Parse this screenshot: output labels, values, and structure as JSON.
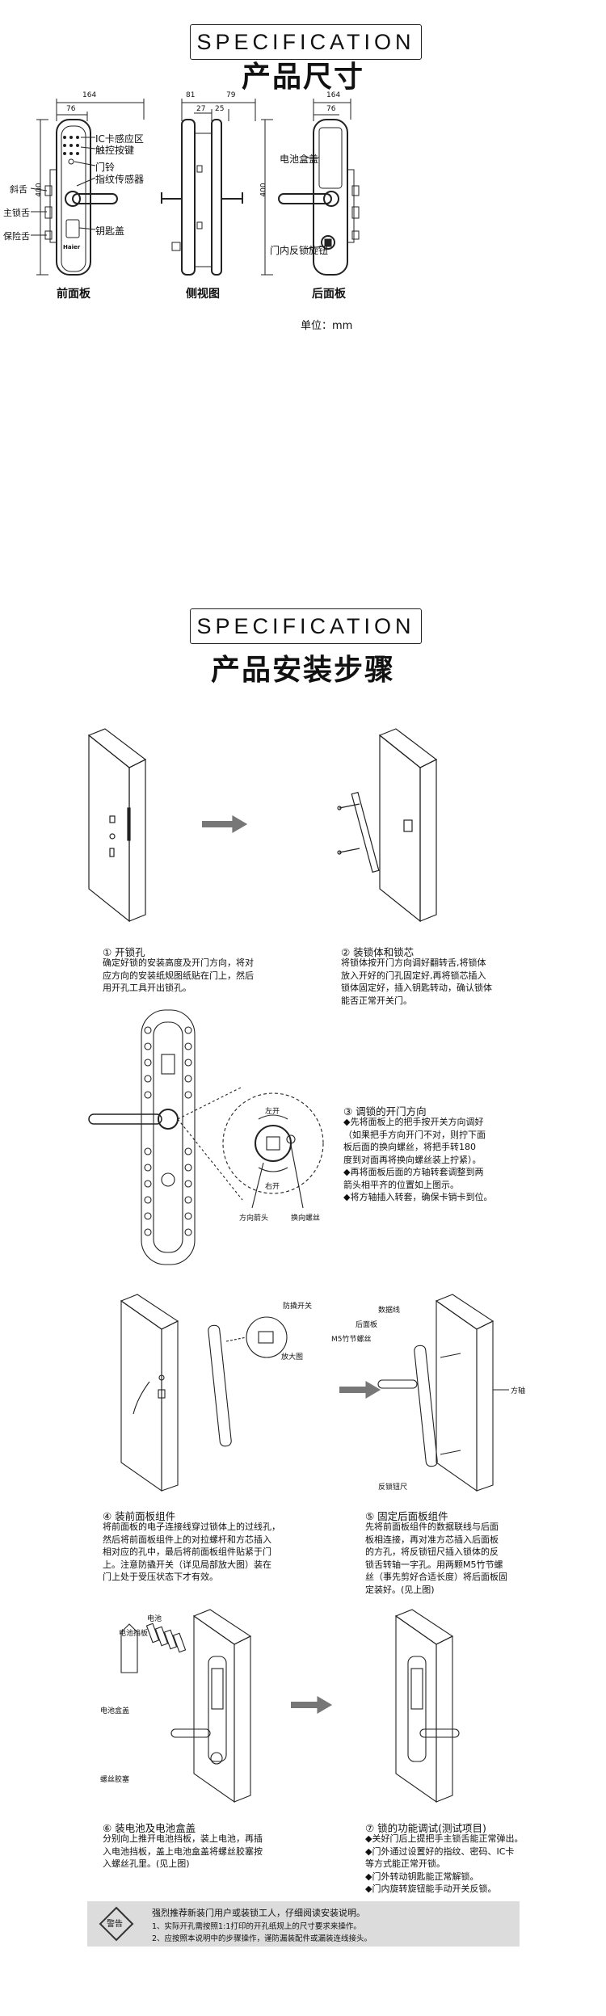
{
  "section1": {
    "badge": "SPECIFICATION",
    "title": "产品尺寸",
    "front": {
      "dim_total": "164",
      "dim_part": "76",
      "dim_height": "400",
      "callouts": [
        "IC卡感应区",
        "触控按键",
        "门铃",
        "指纹传感器",
        "钥匙盖"
      ],
      "left_callouts": [
        "斜舌",
        "主锁舌",
        "保险舌"
      ],
      "brand": "Haier",
      "label": "前面板"
    },
    "side": {
      "dim_a": "81",
      "dim_b": "79",
      "dim_c": "27",
      "dim_d": "25",
      "label": "侧视图"
    },
    "back": {
      "dim_total": "164",
      "dim_part": "76",
      "dim_height": "400",
      "callouts": [
        "电池盒盖",
        "门内反锁旋钮"
      ],
      "label": "后面板"
    },
    "unit": "单位：mm"
  },
  "section2": {
    "badge": "SPECIFICATION",
    "title": "产品安装步骤",
    "steps": [
      {
        "title": "① 开锁孔",
        "lines": [
          "确定好锁的安装高度及开门方向，将对",
          "应方向的安装纸规图纸贴在门上，然后",
          "用开孔工具开出锁孔。"
        ]
      },
      {
        "title": "② 装锁体和锁芯",
        "lines": [
          "将锁体按开门方向调好翻转舌,将锁体",
          "放入开好的门孔固定好,再将锁芯插入",
          "锁体固定好，插入钥匙转动，确认锁体",
          "能否正常开关门。"
        ]
      },
      {
        "title": "③ 调锁的开门方向",
        "lines": [
          "◆先将面板上的把手按开关方向调好",
          "（如果把手方向开门不对，则拧下面",
          "板后面的换向螺丝，将把手转180",
          "度到对面再将换向螺丝装上拧紧）。",
          "◆再将面板后面的方轴转套调整到两",
          "箭头相平齐的位置如上图示。",
          "◆将方轴插入转套，确保卡销卡到位。"
        ]
      },
      {
        "title": "④ 装前面板组件",
        "lines": [
          "将前面板的电子连接线穿过锁体上的过线孔，",
          "然后将前面板组件上的对拉螺杆和方芯插入",
          "相对应的孔中，最后将前面板组件贴紧于门",
          "上。注意防撬开关（详见局部放大图）装在",
          "门上处于受压状态下才有效。"
        ]
      },
      {
        "title": "⑤ 固定后面板组件",
        "lines": [
          "先将前面板组件的数据联线与后面",
          "板相连接，再对准方芯插入后面板",
          "的方孔，将反锁钮尺插入锁体的反",
          "锁舌转轴一字孔。用两颗M5竹节螺",
          "丝（事先剪好合适长度）将后面板固",
          "定装好。(见上图)"
        ]
      },
      {
        "title": "⑥ 装电池及电池盒盖",
        "lines": [
          "分别向上推开电池挡板，装上电池，再插",
          "入电池挡板，盖上电池盒盖将螺丝胶塞按",
          "入螺丝孔里。(见上图)"
        ]
      },
      {
        "title": "⑦ 锁的功能调试(测试项目)",
        "lines": [
          "◆关好门后上提把手主锁舌能正常弹出。",
          "◆门外通过设置好的指纹、密码、IC卡",
          "等方式能正常开锁。",
          "◆门外转动钥匙能正常解锁。",
          "◆门内旋转旋钮能手动开关反锁。"
        ]
      }
    ],
    "figure_labels": {
      "step3": [
        "左开",
        "右开",
        "方向箭头",
        "换向螺丝"
      ],
      "step4": [
        "防撬开关",
        "放大图"
      ],
      "step5": [
        "数据线",
        "后面板",
        "M5竹节螺丝",
        "方轴",
        "反锁钮尺"
      ],
      "step6": [
        "电池",
        "电池挡板",
        "电池盒盖",
        "螺丝胶塞"
      ]
    },
    "warning": {
      "badge": "警告",
      "lines": [
        "强烈推荐新装门用户或装锁工人，仔细阅读安装说明。",
        "1、实际开孔需按照1:1打印的开孔纸规上的尺寸要求来操作。",
        "2、应按照本说明中的步骤操作，谨防漏装配件或漏装连线接头。"
      ]
    }
  }
}
